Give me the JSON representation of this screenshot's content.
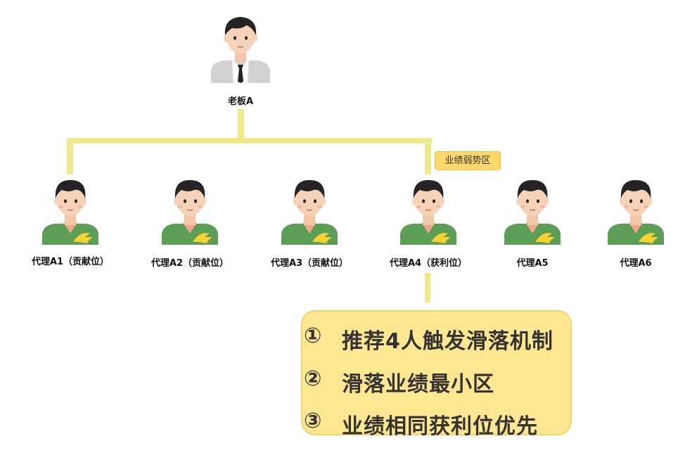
{
  "boss": {
    "label": "老板A"
  },
  "agents": [
    {
      "label": "代理A1（贡献位）"
    },
    {
      "label": "代理A2（贡献位）"
    },
    {
      "label": "代理A3（贡献位）"
    },
    {
      "label": "代理A4（获利位）"
    },
    {
      "label": "代理A5"
    },
    {
      "label": "代理A6"
    }
  ],
  "weak_zone_tag": "业绩弱势区",
  "rules": [
    {
      "number": "①",
      "text": "推荐4人触发滑落机制"
    },
    {
      "number": "②",
      "text": "滑落业绩最小区"
    },
    {
      "number": "③",
      "text": "业绩相同获利位优先"
    }
  ],
  "colors": {
    "connector": "#efe98a",
    "tag_bg": "#ffd86a",
    "rules_bg": "#ffe690",
    "shirt_green": "#5d9e57"
  }
}
